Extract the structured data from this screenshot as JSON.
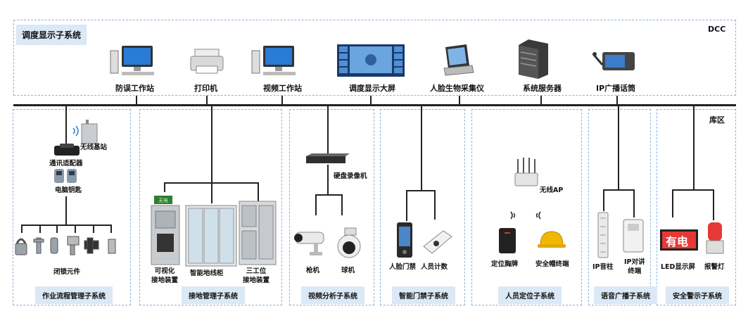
{
  "dcc": {
    "title": "调度显示子系统",
    "corner": "DCC",
    "devices": [
      "防误工作站",
      "打印机",
      "视频工作站",
      "调度显示大屏",
      "人脸生物采集仪",
      "系统服务器",
      "IP广播话筒"
    ]
  },
  "yard": {
    "corner": "库区",
    "workflow": {
      "title": "作业流程管理子系统",
      "base": "无线基站",
      "adapter": "通讯适配器",
      "key": "电脑钥匙",
      "lock": "闭锁元件"
    },
    "grounding": {
      "title": "接地管理子系统",
      "d1": "可视化\n接地装置",
      "d2": "智能地线柜",
      "d3": "三工位\n接地装置"
    },
    "video": {
      "title": "视频分析子系统",
      "nvr": "硬盘录像机",
      "c1": "枪机",
      "c2": "球机"
    },
    "door": {
      "title": "智能门禁子系统",
      "d1": "人脸门禁",
      "d2": "人员计数"
    },
    "position": {
      "title": "人员定位子系统",
      "ap": "无线AP",
      "d1": "定位胸牌",
      "d2": "安全帽终端"
    },
    "voice": {
      "title": "语音广播子系统",
      "d1": "IP音柱",
      "d2": "IP对讲\n终端"
    },
    "alarm": {
      "title": "安全警示子系统",
      "d1": "LED显示屏",
      "d2": "报警灯",
      "led_text": "有电"
    }
  },
  "colors": {
    "panel_border": "#8fb3d9",
    "tab_bg": "#dbe8f5",
    "line": "#222222"
  }
}
